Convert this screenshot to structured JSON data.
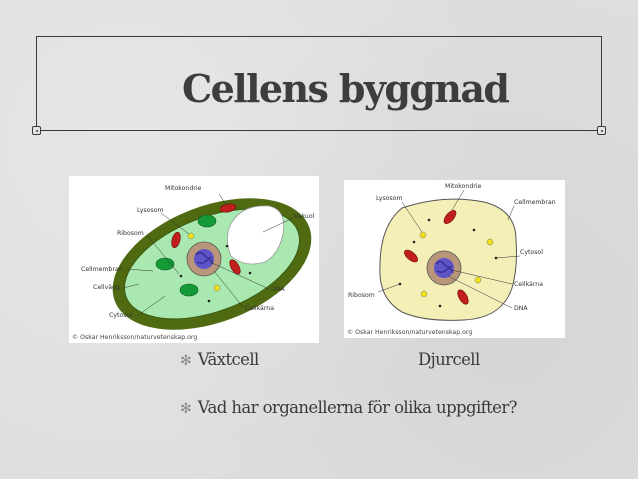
{
  "slide": {
    "title": "Cellens byggnad",
    "bullets": [
      {
        "text": "Växtcell"
      },
      {
        "text": "Vad har organellerna för olika uppgifter?"
      }
    ],
    "animal_caption": "Djurcell",
    "bullet_icon": "asterisk-bullet-icon"
  },
  "plant_cell": {
    "labels": {
      "mitokondrie": "Mitokondrie",
      "lysosom": "Lysosom",
      "vakuol": "Vakuol",
      "ribosom": "Ribosom",
      "cellmembran": "Cellmembran",
      "cellvagg": "Cellvägg",
      "dna": "DNA",
      "cellkarna": "Cellkärna",
      "cytosol": "Cytosol"
    },
    "copyright": "© Oskar Henriksson/naturvetenskap.org"
  },
  "animal_cell": {
    "labels": {
      "mitokondrie": "Mitokondrie",
      "lysosom": "Lysosom",
      "cellmembran": "Cellmembran",
      "cytosol": "Cytosol",
      "ribosom": "Ribosom",
      "cellkarna": "Cellkärna",
      "dna": "DNA"
    },
    "copyright": "© Oskar Henriksson/naturvetenskap.org"
  },
  "colors": {
    "cell_wall": "#4f6a10",
    "plant_cytoplasm": "#a9e8b0",
    "animal_cytoplasm": "#f3efb7",
    "nucleus": "#b9967a",
    "mitochondria": "#c21e1e",
    "chloroplast": "#159a38",
    "lysosome": "#f1e318"
  }
}
